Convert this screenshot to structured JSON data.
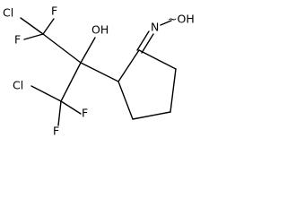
{
  "labels": {
    "cl_top": "Cl",
    "f_top_right": "F",
    "f_top_left": "F",
    "oh": "OH",
    "noh": "N",
    "noh_oh": "~OH",
    "cl_bottom": "Cl",
    "f_bottom_right": "F",
    "f_bottom_left": "F"
  }
}
